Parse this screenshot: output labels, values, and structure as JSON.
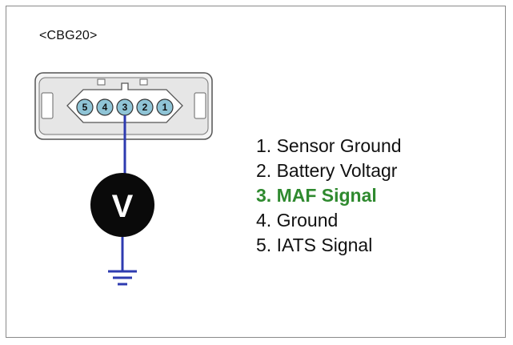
{
  "connector": {
    "id_label": "<CBG20>",
    "pins": [
      {
        "number": "5"
      },
      {
        "number": "4"
      },
      {
        "number": "3"
      },
      {
        "number": "2"
      },
      {
        "number": "1"
      }
    ]
  },
  "meter": {
    "symbol": "V"
  },
  "pin_list": [
    {
      "text": "1. Sensor Ground",
      "highlight": false
    },
    {
      "text": "2. Battery Voltagr",
      "highlight": false
    },
    {
      "text": "3. MAF Signal",
      "highlight": true
    },
    {
      "text": "4. Ground",
      "highlight": false
    },
    {
      "text": "5. IATS Signal",
      "highlight": false
    }
  ],
  "colors": {
    "wire": "#2e3bb0",
    "highlight": "#2f8a2f",
    "pin_fill": "#8fc4d6",
    "connector_fill": "#ececec",
    "connector_stroke": "#555555",
    "meter_fill": "#0a0a0a"
  },
  "icons": {
    "ground": "ground-symbol-icon",
    "meter": "voltmeter-icon"
  }
}
